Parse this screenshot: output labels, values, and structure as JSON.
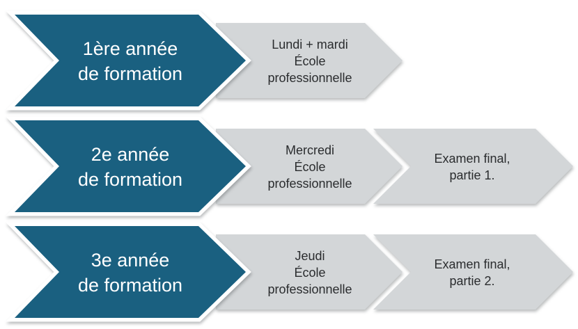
{
  "diagram": {
    "type": "process-flow",
    "colors": {
      "stage_fill": "#1a6080",
      "step_fill": "#d3d6d8",
      "outline": "#ffffff",
      "stage_text": "#ffffff",
      "step_text": "#2a2c2e",
      "background": "#ffffff"
    },
    "rows": [
      {
        "stage": {
          "lines": [
            "1ère année",
            "de formation"
          ]
        },
        "steps": [
          {
            "lines": [
              "Lundi + mardi",
              "École",
              "professionnelle"
            ]
          }
        ]
      },
      {
        "stage": {
          "lines": [
            "2e année",
            "de formation"
          ]
        },
        "steps": [
          {
            "lines": [
              "Mercredi",
              "École",
              "professionnelle"
            ]
          },
          {
            "lines": [
              "Examen final,",
              "partie 1."
            ]
          }
        ]
      },
      {
        "stage": {
          "lines": [
            "3e année",
            "de formation"
          ]
        },
        "steps": [
          {
            "lines": [
              "Jeudi",
              "École",
              "professionnelle"
            ]
          },
          {
            "lines": [
              "Examen final,",
              "partie 2."
            ]
          }
        ]
      }
    ]
  }
}
